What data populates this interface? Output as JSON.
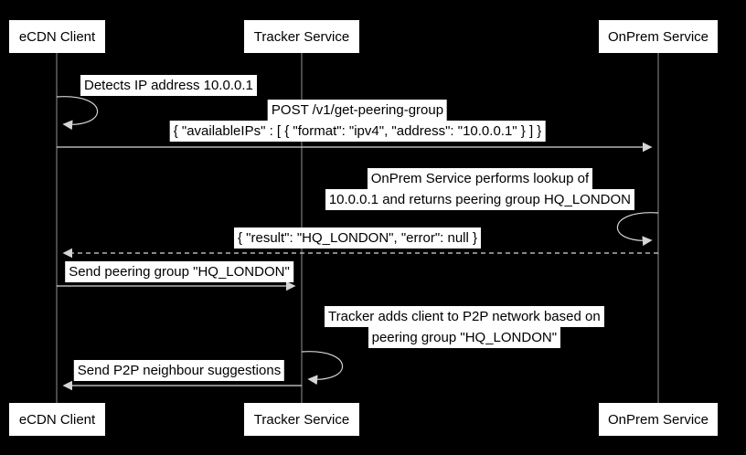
{
  "diagram": {
    "type": "sequence-diagram",
    "theme": {
      "background": "#000000",
      "participant_box_fill": "#ffffff",
      "participant_box_text": "#000000",
      "label_background": "#ffffff",
      "label_text": "#000000",
      "line_color": "#d6d6d6",
      "lifeline_color": "#8f8f8f"
    },
    "participants": [
      {
        "name": "eCDN Client"
      },
      {
        "name": "Tracker Service"
      },
      {
        "name": "OnPrem Service"
      }
    ],
    "messages": [
      {
        "kind": "self",
        "participant": "eCDN Client",
        "lines": [
          "Detects IP address 10.0.0.1"
        ]
      },
      {
        "kind": "message",
        "from": "eCDN Client",
        "to": "OnPrem Service",
        "style": "solid",
        "lines": [
          "POST /v1/get-peering-group",
          "{ \"availableIPs\" : [ { \"format\": \"ipv4\", \"address\": \"10.0.0.1\" } ] }"
        ]
      },
      {
        "kind": "self",
        "participant": "OnPrem Service",
        "lines": [
          "OnPrem Service performs lookup of",
          "10.0.0.1 and returns peering group HQ_LONDON"
        ]
      },
      {
        "kind": "message",
        "from": "OnPrem Service",
        "to": "eCDN Client",
        "style": "dashed",
        "lines": [
          "{ \"result\": \"HQ_LONDON\", \"error\": null }"
        ]
      },
      {
        "kind": "message",
        "from": "eCDN Client",
        "to": "Tracker Service",
        "style": "solid",
        "lines": [
          "Send peering group \"HQ_LONDON\""
        ]
      },
      {
        "kind": "self",
        "participant": "Tracker Service",
        "lines": [
          "Tracker adds client to P2P network based on",
          "peering group \"HQ_LONDON\""
        ]
      },
      {
        "kind": "message",
        "from": "Tracker Service",
        "to": "eCDN Client",
        "style": "solid",
        "lines": [
          "Send P2P neighbour suggestions"
        ]
      }
    ]
  }
}
